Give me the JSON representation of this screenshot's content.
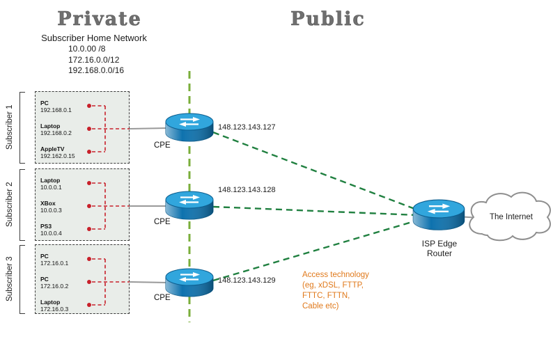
{
  "titles": {
    "private": "Private",
    "public": "Public"
  },
  "home_network": {
    "subtitle": "Subscriber Home Network",
    "ranges": [
      "10.0.00 /8",
      "172.16.0.0/12",
      "192.168.0.0/16"
    ]
  },
  "subscribers": [
    {
      "label": "Subscriber 1",
      "devices": [
        {
          "name": "PC",
          "ip": "192.168.0.1"
        },
        {
          "name": "Laptop",
          "ip": "192.168.0.2"
        },
        {
          "name": "AppleTV",
          "ip": "192.162.0.15"
        }
      ],
      "cpe_label": "CPE",
      "cpe_ip": "148.123.143.127"
    },
    {
      "label": "Subscriber 2",
      "devices": [
        {
          "name": "Laptop",
          "ip": "10.0.0.1"
        },
        {
          "name": "XBox",
          "ip": "10.0.0.3"
        },
        {
          "name": "PS3",
          "ip": "10.0.0.4"
        }
      ],
      "cpe_label": "CPE",
      "cpe_ip": "148.123.143.128"
    },
    {
      "label": "Subscriber 3",
      "devices": [
        {
          "name": "PC",
          "ip": "172.16.0.1"
        },
        {
          "name": "PC",
          "ip": "172.16.0.2"
        },
        {
          "name": "Laptop",
          "ip": "172.16.0.3"
        }
      ],
      "cpe_label": "CPE",
      "cpe_ip": "148.123.143.129"
    }
  ],
  "isp": {
    "label_line1": "ISP Edge",
    "label_line2": "Router"
  },
  "internet": {
    "label": "The Internet"
  },
  "access_note": "Access technology\n(eg, xDSL, FTTP,\nFTTC, FTTN,\nCable etc)",
  "colors": {
    "red_dashed": "#c8202a",
    "boundary_green": "#7aae3a",
    "link_green": "#208040",
    "router_blue": "#1587c4",
    "note_orange": "#e0791b",
    "box_fill": "#e9ede9"
  }
}
